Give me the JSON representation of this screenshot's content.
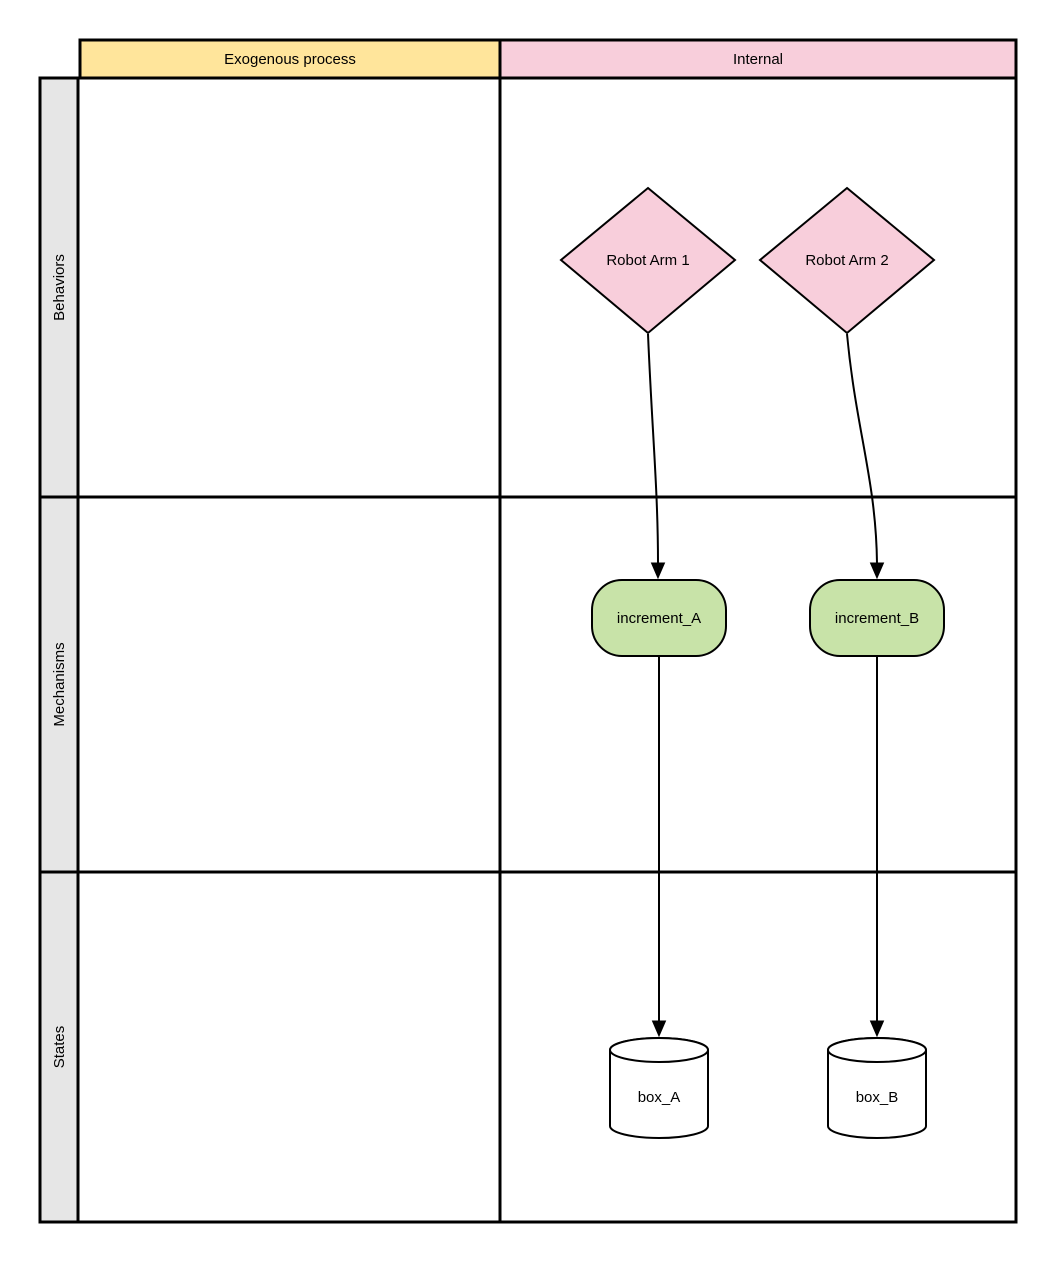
{
  "diagram": {
    "headers": {
      "columns": [
        {
          "label": "Exogenous process",
          "fill": "#FFE59B"
        },
        {
          "label": "Internal",
          "fill": "#F8CEDB"
        }
      ],
      "rows": [
        {
          "label": "Behaviors"
        },
        {
          "label": "Mechanisms"
        },
        {
          "label": "States"
        }
      ],
      "row_header_fill": "#E6E6E6"
    },
    "nodes": {
      "robot_arm_1": {
        "label": "Robot Arm 1",
        "shape": "diamond",
        "fill": "#F8CEDB"
      },
      "robot_arm_2": {
        "label": "Robot Arm 2",
        "shape": "diamond",
        "fill": "#F8CEDB"
      },
      "increment_a": {
        "label": "increment_A",
        "shape": "rounded-rect",
        "fill": "#C8E3A8"
      },
      "increment_b": {
        "label": "increment_B",
        "shape": "rounded-rect",
        "fill": "#C8E3A8"
      },
      "box_a": {
        "label": "box_A",
        "shape": "cylinder",
        "fill": "#FFFFFF"
      },
      "box_b": {
        "label": "box_B",
        "shape": "cylinder",
        "fill": "#FFFFFF"
      }
    },
    "edges": [
      {
        "from": "Robot Arm 1",
        "to": "increment_A"
      },
      {
        "from": "Robot Arm 2",
        "to": "increment_B"
      },
      {
        "from": "increment_A",
        "to": "box_A"
      },
      {
        "from": "increment_B",
        "to": "box_B"
      }
    ]
  }
}
